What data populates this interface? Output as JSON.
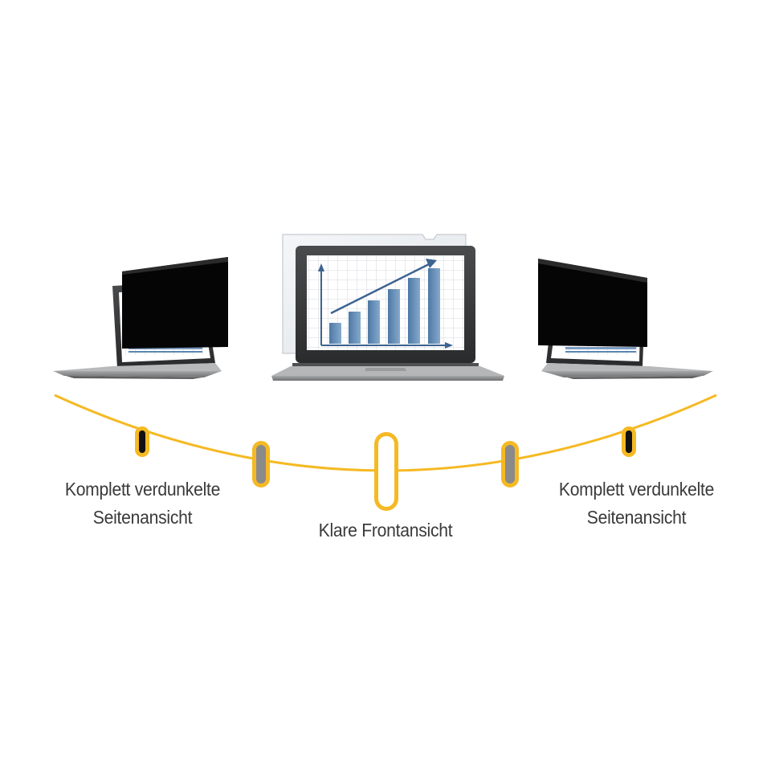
{
  "captions": {
    "left": {
      "line1": "Komplett verdunkelte",
      "line2": "Seitenansicht"
    },
    "center": {
      "line1": "Klare Frontansicht"
    },
    "right": {
      "line1": "Komplett verdunkelte",
      "line2": "Seitenansicht"
    }
  },
  "colors": {
    "arc": "#f5b923",
    "privacy_filter": "#050505",
    "chart_bar": "#5a86b3",
    "laptop_body": "#8c8d8f",
    "marker_side": "#8a8a8a",
    "marker_far": "#111111",
    "marker_center": "#ffffff"
  }
}
